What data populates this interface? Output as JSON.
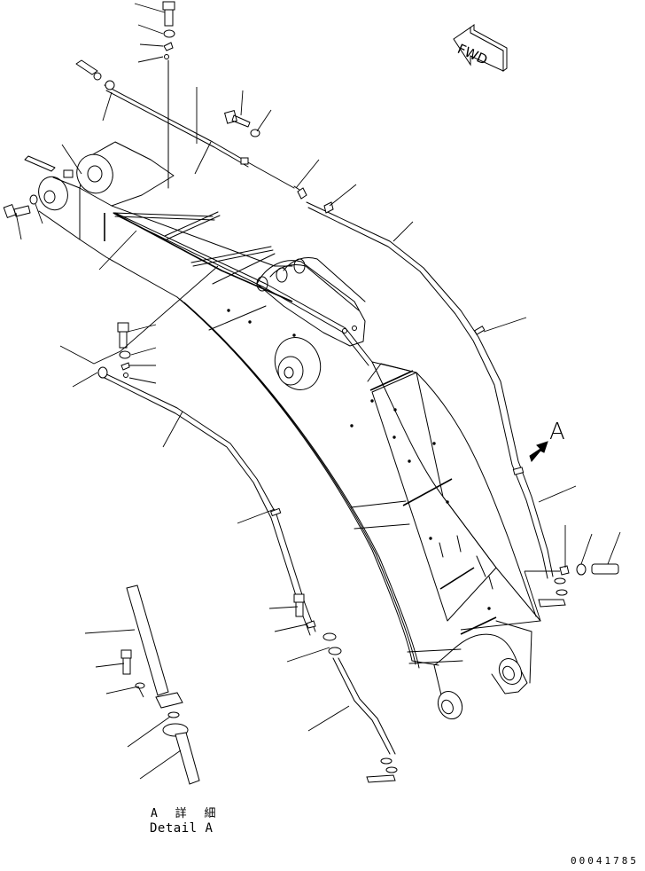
{
  "diagram": {
    "type": "exploded-parts-illustration",
    "subject": "Excavator boom with greasing/lubrication piping",
    "colors": {
      "line": "#000000",
      "background": "#ffffff"
    }
  },
  "direction_marker": {
    "label": "FWD",
    "icon": "forward-arrow-icon"
  },
  "detail_callout": {
    "label": "A",
    "icon": "solid-view-arrow-icon"
  },
  "detail_view": {
    "title_jp": "A 詳 細",
    "title_en": "Detail A"
  },
  "catalog_number": "00041785"
}
